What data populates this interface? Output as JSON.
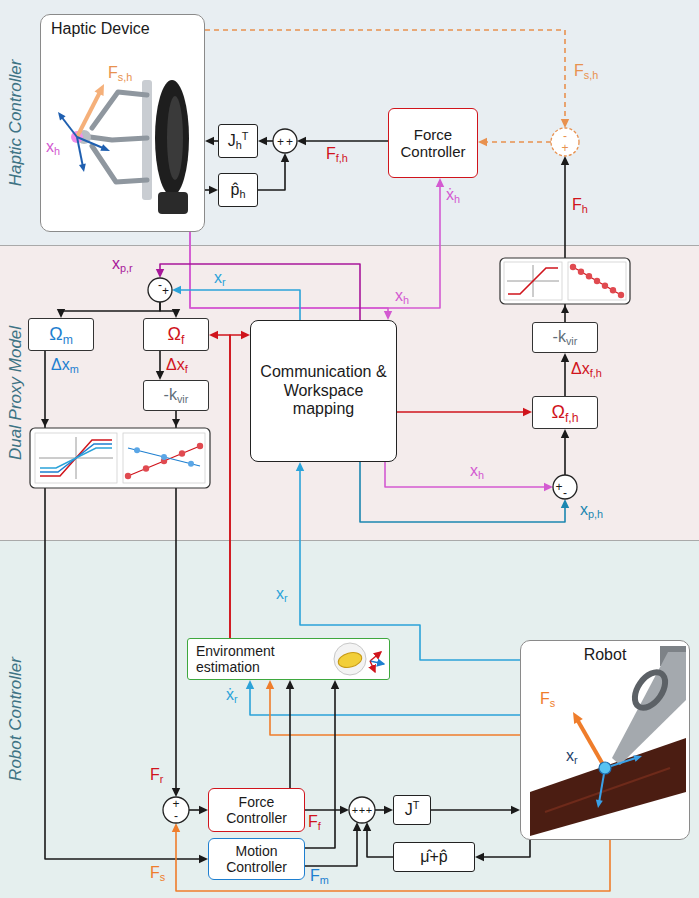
{
  "diagram": {
    "nodes": [
      {
        "text": [
          "Haptic Controller"
        ]
      },
      {
        "text": [
          "Haptic Device"
        ],
        "in": 0
      },
      {
        "text": [
          "JhT"
        ],
        "in": 0
      },
      {
        "text": [
          "p̂h"
        ],
        "in": 0
      },
      {
        "text": [
          "+",
          "+"
        ],
        "in": 0
      },
      {
        "text": [
          "Force Controller"
        ],
        "in": 0
      },
      {
        "text": [
          "-",
          "+"
        ],
        "in": 0
      },
      {
        "text": [
          "Dual Proxy Model"
        ]
      },
      {
        "text": [
          "-",
          "+"
        ],
        "in": 7
      },
      {
        "text": [
          "Ωm"
        ],
        "in": 7
      },
      {
        "text": [
          "Ωf"
        ],
        "in": 7
      },
      {
        "text": [
          "-kvir"
        ],
        "in": 7
      },
      {
        "text": [
          "Communication & Workspace mapping"
        ],
        "in": 7
      },
      {
        "text": [
          "-kvir"
        ],
        "in": 7
      },
      {
        "text": [
          "Ωf,h"
        ],
        "in": 7
      },
      {
        "text": [
          "+",
          "-"
        ],
        "in": 7
      },
      {
        "text": [
          "Robot Controller"
        ]
      },
      {
        "text": [
          "Environment estimation"
        ],
        "in": 16
      },
      {
        "text": [
          "+",
          "-"
        ],
        "in": 16
      },
      {
        "text": [
          "Force Controller"
        ],
        "in": 16
      },
      {
        "text": [
          "Motion Controller"
        ],
        "in": 16
      },
      {
        "text": [
          "+",
          "+",
          "+"
        ],
        "in": 16
      },
      {
        "text": [
          "JT"
        ],
        "in": 16
      },
      {
        "text": [
          "μ̂+p̂"
        ],
        "in": 16
      },
      {
        "text": [
          "Robot"
        ],
        "in": 16
      }
    ],
    "edges": [
      {
        "from": 4,
        "to": 2,
        "arrow": "to"
      },
      {
        "from": 2,
        "to": 1,
        "arrow": "to"
      },
      {
        "from": 1,
        "to": 3,
        "arrow": "to"
      },
      {
        "from": 3,
        "to": 4,
        "arrow": "to"
      },
      {
        "from": 5,
        "to": 4,
        "label": "Ff,h",
        "arrow": "to"
      },
      {
        "from": 6,
        "to": 5,
        "arrow": "to"
      },
      {
        "from": 1,
        "to": 6,
        "label": "Fs,h",
        "arrow": "to"
      },
      {
        "from": 1,
        "to": 5,
        "label": "ẋh",
        "arrow": "to"
      },
      {
        "from": 1,
        "to": 12,
        "label": "xh",
        "arrow": "to"
      },
      {
        "from": 12,
        "to": 8,
        "label": "xp,r",
        "arrow": "to"
      },
      {
        "from": 12,
        "to": 8,
        "label": "xr",
        "arrow": "to"
      },
      {
        "from": 8,
        "to": 9,
        "arrow": "to"
      },
      {
        "from": 8,
        "to": 10,
        "arrow": "to"
      },
      {
        "from": 17,
        "to": 10,
        "arrow": "to"
      },
      {
        "from": 17,
        "to": 12,
        "arrow": "to"
      },
      {
        "from": 10,
        "to": 11,
        "label": "Δxf",
        "arrow": "to"
      },
      {
        "from": 9,
        "to": 20,
        "label": "Δxm",
        "arrow": "to"
      },
      {
        "from": 11,
        "to": 18,
        "label": "Fr",
        "arrow": "to"
      },
      {
        "from": 12,
        "to": 14,
        "arrow": "to"
      },
      {
        "from": 14,
        "to": 13,
        "label": "Δxf,h",
        "arrow": "to"
      },
      {
        "from": 13,
        "to": 6,
        "label": "Fh",
        "arrow": "to"
      },
      {
        "from": 12,
        "to": 15,
        "label": "xh",
        "arrow": "to"
      },
      {
        "from": 12,
        "to": 15,
        "label": "xp,h",
        "arrow": "to"
      },
      {
        "from": 15,
        "to": 14,
        "arrow": "to"
      },
      {
        "from": 24,
        "to": 12,
        "label": "xr",
        "arrow": "to"
      },
      {
        "from": 24,
        "to": 17,
        "label": "ẋr",
        "arrow": "to"
      },
      {
        "from": 24,
        "to": 17,
        "arrow": "to"
      },
      {
        "from": 19,
        "to": 17,
        "arrow": "to"
      },
      {
        "from": 20,
        "to": 17,
        "arrow": "to"
      },
      {
        "from": 24,
        "to": 18,
        "label": "Fs",
        "arrow": "to"
      },
      {
        "from": 18,
        "to": 19,
        "arrow": "to"
      },
      {
        "from": 19,
        "to": 21,
        "label": "Ff",
        "arrow": "to"
      },
      {
        "from": 20,
        "to": 21,
        "label": "Fm",
        "arrow": "to"
      },
      {
        "from": 23,
        "to": 21,
        "arrow": "to"
      },
      {
        "from": 21,
        "to": 22,
        "arrow": "to"
      },
      {
        "from": 22,
        "to": 24,
        "arrow": "to"
      },
      {
        "from": 24,
        "to": 23,
        "arrow": "to"
      }
    ],
    "labels": [
      "Fs,h",
      "xh",
      "Fs",
      "xr"
    ]
  }
}
